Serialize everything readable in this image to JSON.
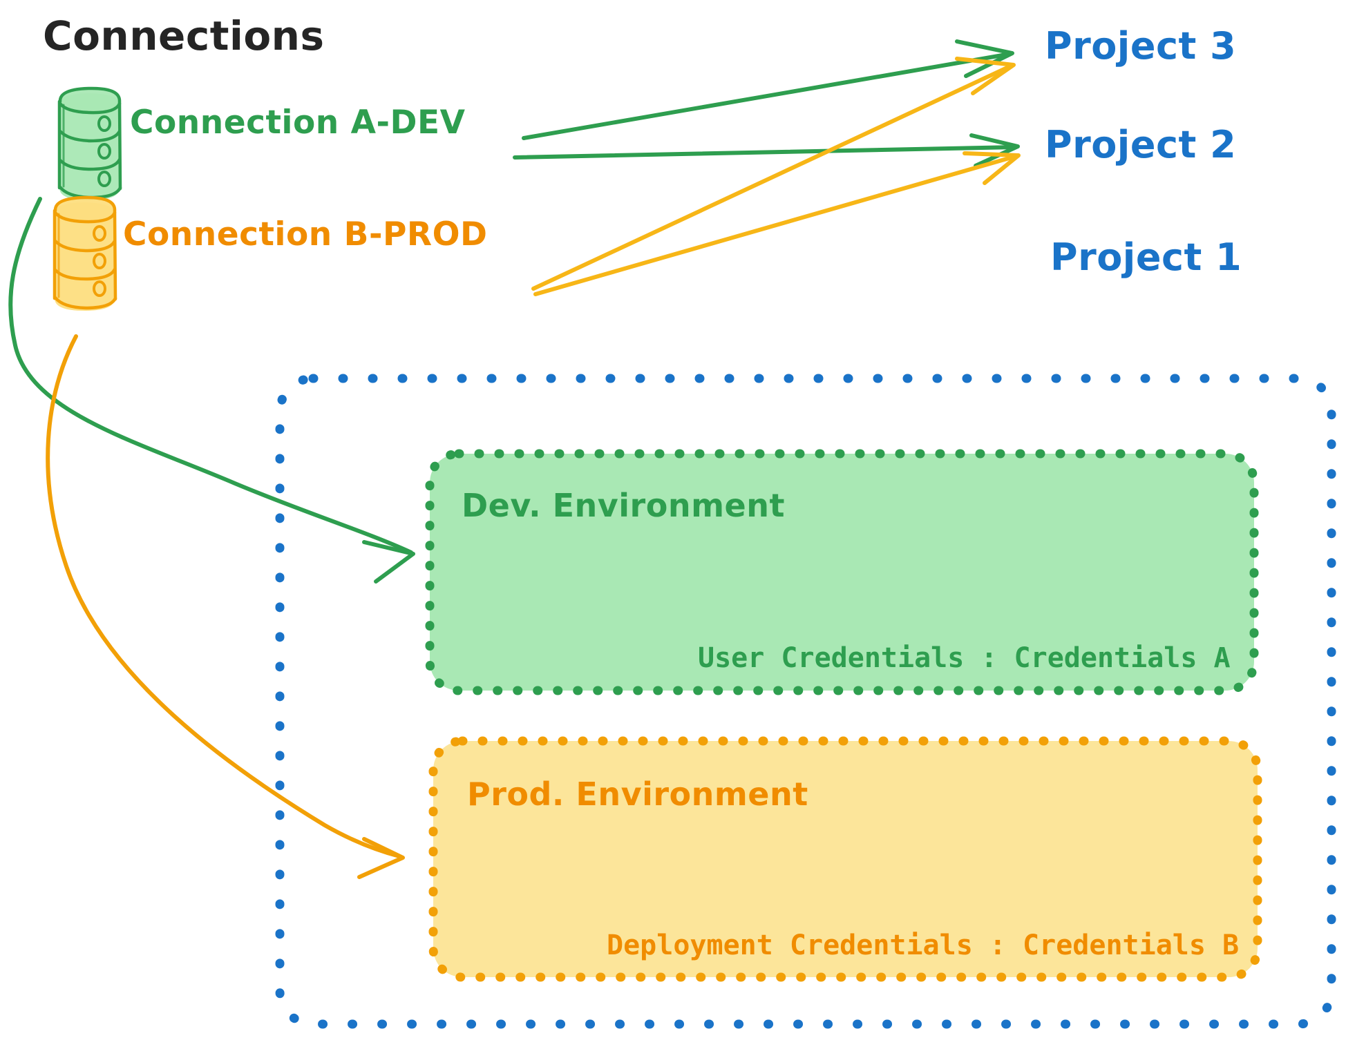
{
  "diagram": {
    "title": "Connections",
    "title_color": "#252525",
    "background": "#ffffff"
  },
  "colors": {
    "green_stroke": "#2E9E4F",
    "green_text": "#2E9E4F",
    "green_fill": "#A9E8B4",
    "green_icon_fill": "#A9E8B4",
    "orange_stroke": "#F2A007",
    "orange_text": "#F08C00",
    "orange_fill": "#FCE59A",
    "orange_icon_fill": "#FDDE80",
    "blue_stroke": "#1a73c8",
    "blue_text": "#1a73c8"
  },
  "connections": [
    {
      "id": "conn-a-dev",
      "label": "Connection A-DEV",
      "icon": "database-cylinder-icon",
      "color": "#2E9E4F",
      "targets": [
        "Project 3",
        "Project 2",
        "Dev. Environment"
      ]
    },
    {
      "id": "conn-b-prod",
      "label": "Connection B-PROD",
      "icon": "database-cylinder-icon",
      "color": "#F08C00",
      "targets": [
        "Project 3",
        "Project 2",
        "Prod. Environment"
      ]
    }
  ],
  "projects": [
    {
      "id": "project-3",
      "label": "Project 3",
      "color": "#1a73c8"
    },
    {
      "id": "project-2",
      "label": "Project 2",
      "color": "#1a73c8"
    },
    {
      "id": "project-1",
      "label": "Project 1",
      "color": "#1a73c8"
    }
  ],
  "project_1": {
    "label": "Project 1",
    "border_style": "dotted",
    "border_color": "#1a73c8",
    "environments": [
      {
        "id": "dev-environment",
        "title": "Dev. Environment",
        "credential_label": "User Credentials",
        "credential_separator": ":",
        "credential_value": "Credentials A",
        "credential_line": "User Credentials : Credentials A",
        "fill": "#A9E8B4",
        "border_color": "#2E9E4F",
        "text_color": "#2E9E4F"
      },
      {
        "id": "prod-environment",
        "title": "Prod. Environment",
        "credential_label": "Deployment Credentials",
        "credential_separator": ":",
        "credential_value": "Credentials B",
        "credential_line": "Deployment Credentials : Credentials B",
        "fill": "#FCE59A",
        "border_color": "#F2A007",
        "text_color": "#F08C00"
      }
    ]
  }
}
